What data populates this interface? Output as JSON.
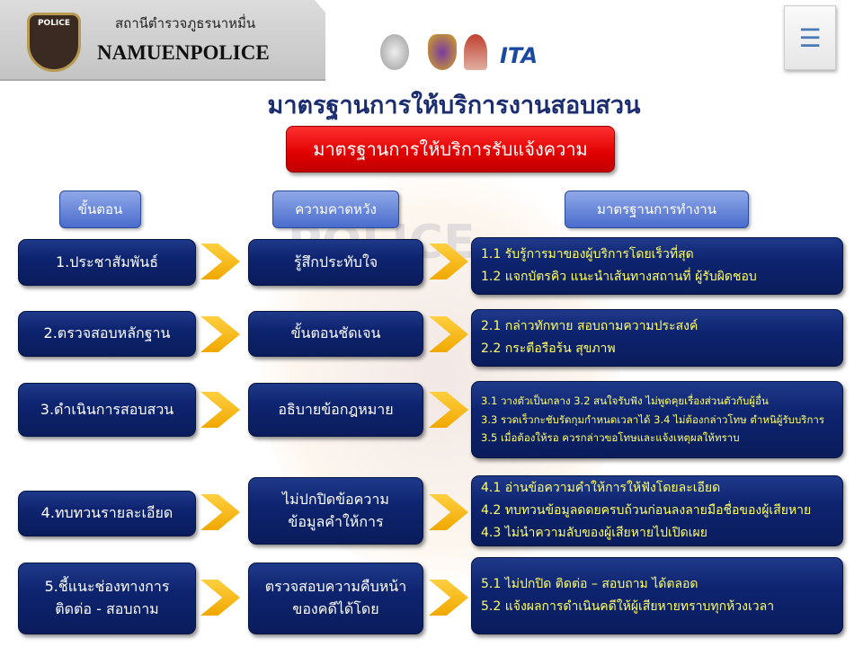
{
  "header": {
    "station": "สถานีตำรวจภูธรนาหมื่น",
    "brand": "NAMUENPOLICE",
    "badge_text": "POLICE"
  },
  "watermark": "POLICE",
  "title": "มาตรฐานการให้บริการงานสอบสวน",
  "subtitle_button": "มาตรฐานการให้บริการรับแจ้งความ",
  "columns": [
    "ขั้นตอน",
    "ความคาดหวัง",
    "มาตรฐานการทำงาน"
  ],
  "rows": [
    {
      "step": [
        "1.ประชาสัมพันธ์"
      ],
      "expect": [
        "รู้สึกประทับใจ"
      ],
      "standards": [
        "1.1 รับรู้การมาของผู้บริการโดยเร็วที่สุด",
        "1.2 แจกบัตรคิว แนะนำเส้นทางสถานที่ ผู้รับผิดชอบ"
      ]
    },
    {
      "step": [
        "2.ตรวจสอบหลักฐาน"
      ],
      "expect": [
        "ขั้นตอนชัดเจน"
      ],
      "standards": [
        "2.1 กล่าวทักทาย สอบถามความประสงค์",
        "2.2 กระตือรือร้น สุขภาพ"
      ]
    },
    {
      "step": [
        "3.ดำเนินการสอบสวน"
      ],
      "expect": [
        "อธิบายข้อกฎหมาย"
      ],
      "standards": [
        "3.1 วางตัวเป็นกลาง  3.2 สนใจรับฟัง ไม่พูดคุยเรื่องส่วนตัวกับผู้อื่น",
        "3.3 รวดเร็วกะชับรัดกุมกำหนดเวลาได้  3.4 ไม่ต้องกล่าวโทษ ตำหนิผู้รับบริการ",
        "3.5 เมื่อต้องให้รอ ควรกล่าวขอโทษและแจ้งเหตุผลให้ทราบ"
      ]
    },
    {
      "step": [
        "4.ทบทวนรายละเอียด"
      ],
      "expect": [
        "ไม่ปกปิดข้อความ",
        "ข้อมูลคำให้การ"
      ],
      "standards": [
        "4.1 อ่านข้อความคำให้การให้ฟังโดยละเอียด",
        "4.2 ทบทวนข้อมูลดดยครบถ้วนก่อนลงลายมือชื่อของผู้เสียหาย",
        "4.3 ไม่นำความลับของผู้เสียหายไปเปิดเผย"
      ]
    },
    {
      "step": [
        "5.ชี้แนะช่องทางการ",
        "ติดต่อ - สอบถาม"
      ],
      "expect": [
        "ตรวจสอบความคืบหน้า",
        "ของคดีได้โดย"
      ],
      "standards": [
        "5.1 ไม่ปกปิด ติดต่อ – สอบถาม ได้ตลอด",
        "5.2 แจ้งผลการดำเนินคดีให้ผู้เสียหายทราบทุกห้วงเวลา"
      ]
    }
  ]
}
